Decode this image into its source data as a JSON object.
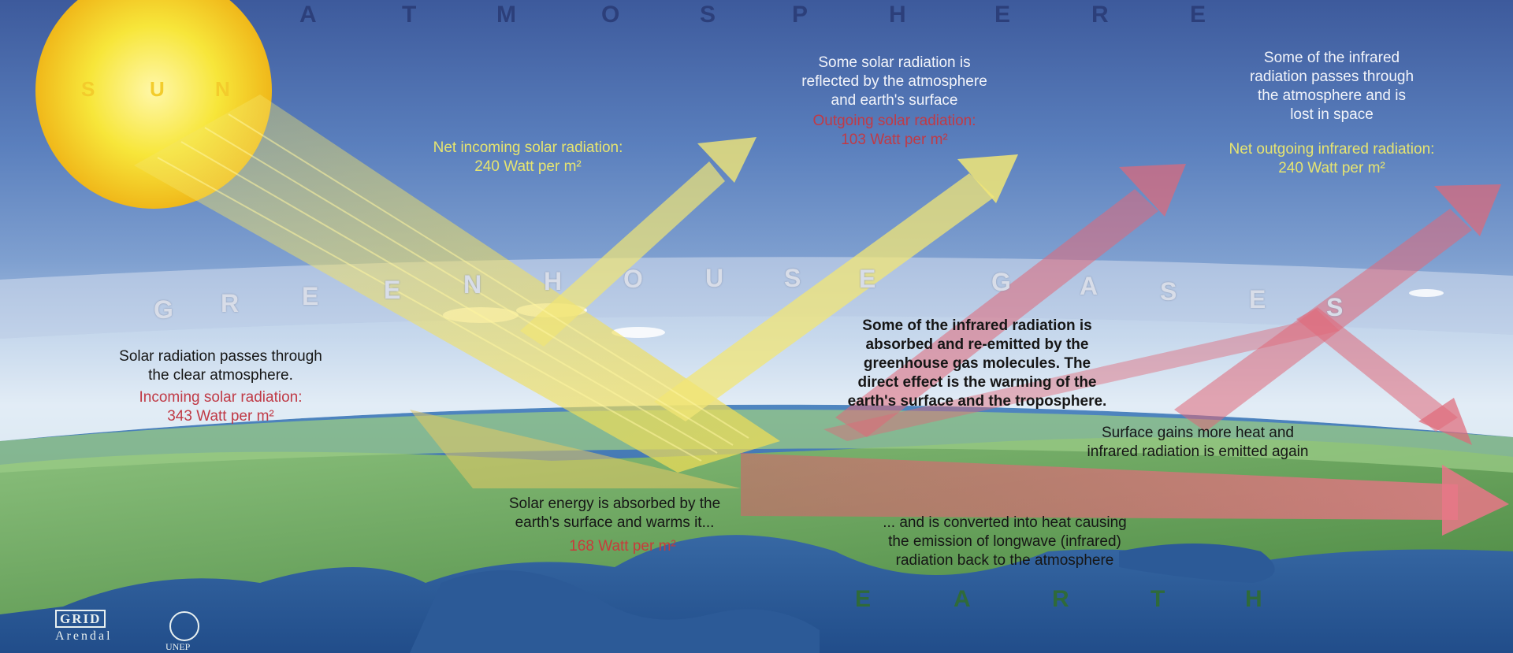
{
  "atmosphere_letters": [
    "A",
    "T",
    "M",
    "O",
    "S",
    "P",
    "H",
    "E",
    "R",
    "E"
  ],
  "sun_letters": [
    "S",
    "U",
    "N"
  ],
  "greenhouse_letters": [
    "G",
    "R",
    "E",
    "E",
    "N",
    "H",
    "O",
    "U",
    "S",
    "E",
    "G",
    "A",
    "S",
    "E",
    "S"
  ],
  "earth_letters": [
    "E",
    "A",
    "R",
    "T",
    "H"
  ],
  "texts": {
    "reflected": "Some solar radiation is\nreflected by the atmosphere\nand earth's surface",
    "outgoing_solar": "Outgoing solar radiation:\n103 Watt per m²",
    "net_incoming": "Net incoming solar radiation:\n240 Watt per m²",
    "ir_passes": "Some of the infrared\nradiation passes through\nthe atmosphere and is\nlost in space",
    "net_outgoing_ir": "Net outgoing infrared radiation:\n240 Watt per m²",
    "passes_clear": "Solar radiation passes through\nthe clear atmosphere.",
    "incoming_solar": "Incoming solar radiation:\n343 Watt per m²",
    "ir_absorbed": "Some of the infrared radiation is\nabsorbed and re-emitted by the\ngreenhouse gas molecules. The\ndirect effect is the warming of the\nearth's surface and the troposphere.",
    "surface_gains": "Surface gains more heat and\ninfrared radiation is emitted again",
    "absorbed": "Solar energy is absorbed by the\nearth's surface and warms it...",
    "absorbed_value": "168 Watt per m²",
    "converted": "... and is converted into heat causing\nthe emission of longwave (infrared)\nradiation back to the atmosphere"
  },
  "logo": {
    "grid": "GRID",
    "arendal": "Arendal",
    "unep": "UNEP"
  },
  "colors": {
    "sky_top": "#3d5a9c",
    "sun": "#f6e23a",
    "solar_beam": "#efe36a",
    "infrared": "#e06878",
    "land": "#5b9a4a",
    "sea": "#2f5f9c"
  }
}
